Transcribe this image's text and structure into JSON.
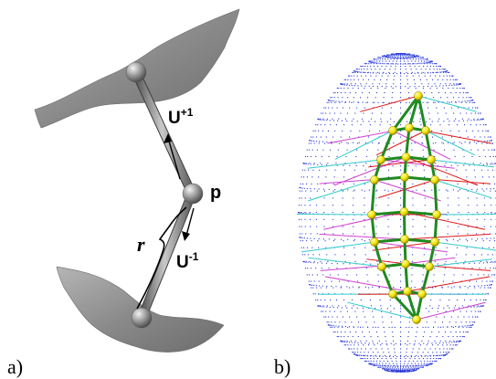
{
  "panel_a": {
    "label": "a)",
    "point_label": "p",
    "vector_up_base": "U",
    "vector_up_exp": "+1",
    "vector_down_base": "U",
    "vector_down_exp": "-1",
    "distance_label": "r"
  },
  "panel_b": {
    "label": "b)"
  },
  "colors": {
    "surface": "#8d8d8d",
    "rod": "#9a9a9a",
    "cloud": "#2b3bd6",
    "mesh": "#1f8a1f",
    "node": "#f2e400",
    "spoke_red": "#e01818",
    "spoke_cyan": "#33cccc",
    "spoke_magenta": "#d040d0"
  }
}
